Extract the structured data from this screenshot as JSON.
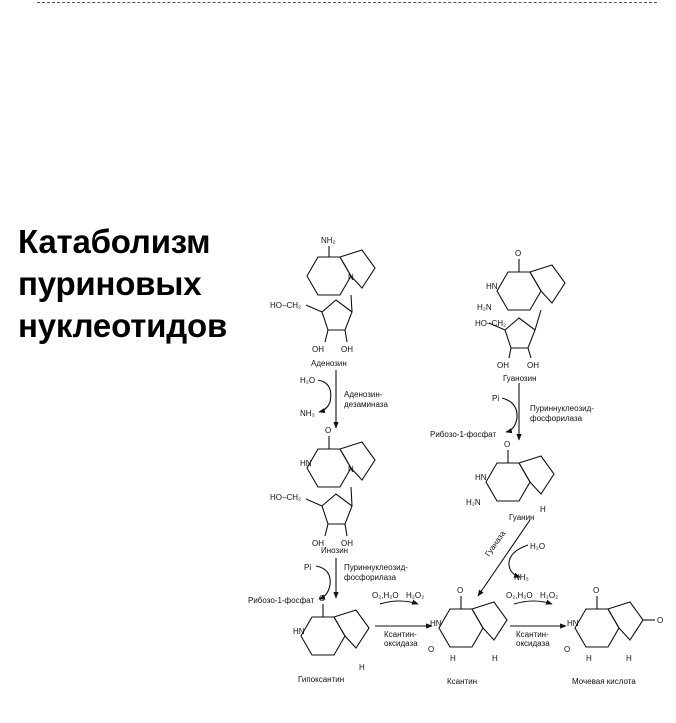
{
  "title": {
    "line1": "Катаболизм",
    "line2": "пуриновых",
    "line3": "нуклеотидов"
  },
  "molecules": {
    "adenosine": "Аденозин",
    "inosine": "Инозин",
    "hypoxanthine": "Гипоксантин",
    "guanosine": "Гуанозин",
    "guanine": "Гуанин",
    "xanthine": "Ксантин",
    "uric_acid": "Мочевая кислота"
  },
  "enzymes": {
    "adenosine_deaminase_1": "Аденозин-",
    "adenosine_deaminase_2": "дезаминаза",
    "pnp_left_1": "Пуриннуклеозид-",
    "pnp_left_2": "фосфорилаза",
    "pnp_right_1": "Пуриннуклеозид-",
    "pnp_right_2": "фосфорилаза",
    "guanase": "Гуаназа",
    "xo1_1": "Ксантин-",
    "xo1_2": "оксидаза",
    "xo2_1": "Ксантин-",
    "xo2_2": "оксидаза"
  },
  "reagents": {
    "h2o": "H₂O",
    "nh3": "NH₃",
    "pi": "Pi",
    "ribose1p": "Рибозо-1-фосфат",
    "o2h2o": "O₂,H₂O",
    "h2o2": "H₂O₂"
  },
  "atoms": {
    "nh2": "NH₂",
    "h2n": "H₂N",
    "o": "O",
    "n": "N",
    "h": "H",
    "hn": "HN",
    "oh": "OH",
    "ho_ch2": "HO–CH₂"
  }
}
